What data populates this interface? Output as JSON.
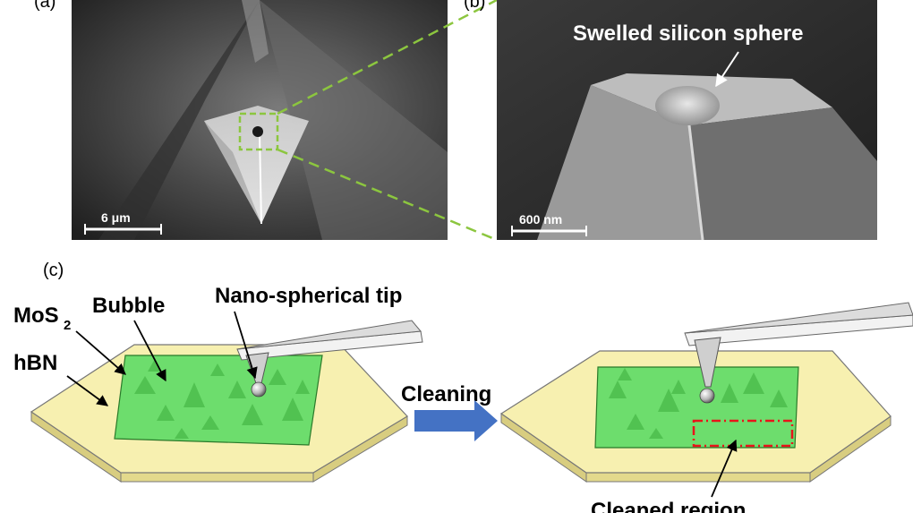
{
  "panels": {
    "a": {
      "label": "(a)",
      "scale_bar": "6 μm"
    },
    "b": {
      "label": "(b)",
      "scale_bar": "600 nm",
      "annotation": "Swelled silicon sphere"
    },
    "c": {
      "label": "(c)",
      "labels": {
        "mos2_main": "MoS",
        "mos2_sub": "2",
        "bubble": "Bubble",
        "hbn": "hBN",
        "tip": "Nano-spherical tip",
        "arrow": "Cleaning",
        "cleaned": "Cleaned region"
      }
    }
  },
  "colors": {
    "highlight_box": "#8cc63f",
    "sem_background": "#2e2e2e",
    "hbn_fill": "#f7f0b0",
    "mos2_fill": "#6ddd6d",
    "arrow_fill": "#4472c4",
    "cleaned_box": "#e8141a"
  }
}
